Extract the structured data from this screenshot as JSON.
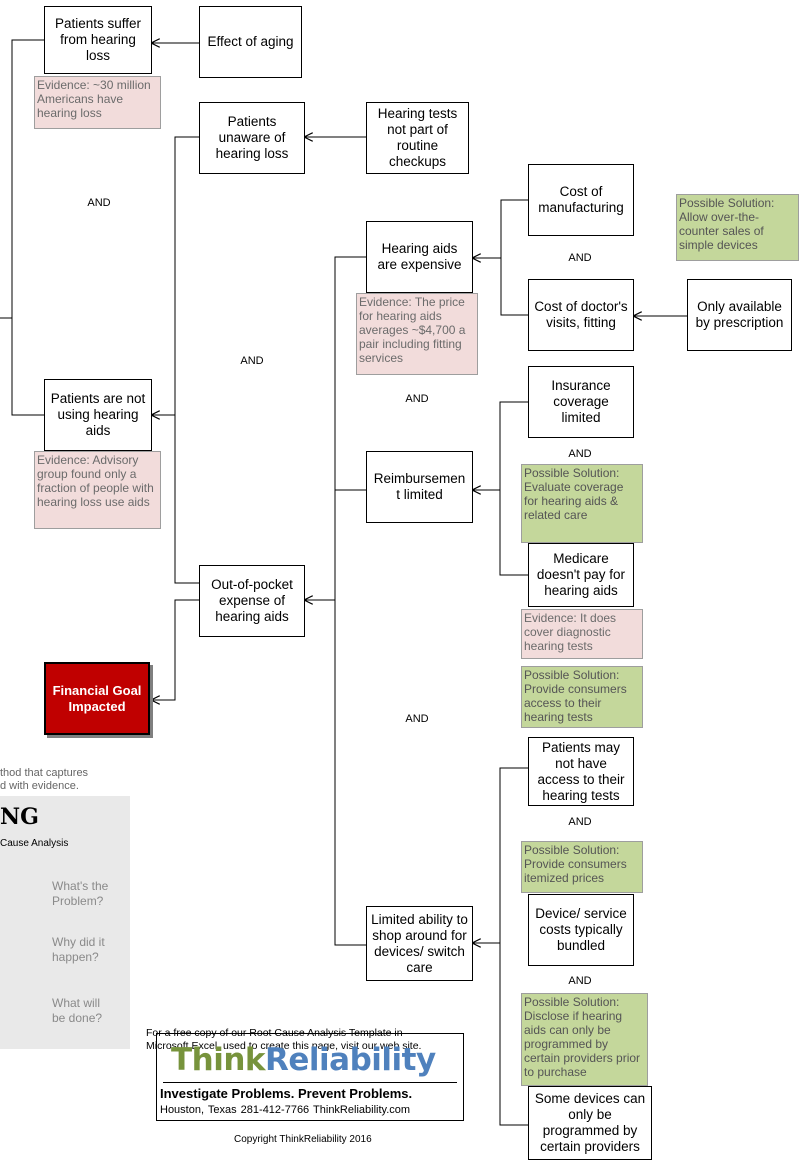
{
  "boxes": {
    "hearing_loss": "Patients suffer from hearing loss",
    "aging": "Effect of aging",
    "unaware": "Patients unaware of hearing loss",
    "tests_not_routine": "Hearing tests not part of routine checkups",
    "aids_expensive": "Hearing aids are expensive",
    "manufacturing": "Cost of manufacturing",
    "doctor_visits": "Cost of doctor's visits, fitting",
    "prescription": "Only available by prescription",
    "not_using": "Patients are not using hearing aids",
    "insurance": "Insurance coverage limited",
    "reimbursement": "Reimbursemen t limited",
    "medicare": "Medicare doesn't pay for hearing aids",
    "out_of_pocket": "Out-of-pocket expense of hearing aids",
    "no_access": "Patients may not have access to their hearing tests",
    "bundled": "Device/ service costs typically bundled",
    "limited_shopping": "Limited ability to shop around for devices/ switch care",
    "certain_providers": "Some devices can only be programmed by certain providers"
  },
  "goal": "Financial Goal Impacted",
  "evidence": {
    "million": "Evidence: ~30 million Americans have hearing loss",
    "price": "Evidence: The price for hearing aids averages ~$4,700 a pair including fitting services",
    "advisory": "Evidence: Advisory group found only a fraction of people with hearing loss use aids",
    "diagnostic": "Evidence: It does cover diagnostic hearing tests"
  },
  "solutions": {
    "otc": "Possible Solution: Allow over-the-counter sales of simple devices",
    "coverage": "Possible Solution: Evaluate coverage for hearing aids & related care",
    "access": "Possible Solution: Provide consumers access to their hearing tests",
    "itemized": "Possible Solution: Provide consumers itemized prices",
    "disclose": "Possible Solution: Disclose if hearing aids can only be programmed by certain providers prior to purchase"
  },
  "and_label": "AND",
  "side_panel": {
    "partial_line1": "thod that captures",
    "partial_line2": "d with evidence.",
    "brand_partial": "NG",
    "subtitle_partial": "Cause Analysis",
    "q1": "What's the Problem?",
    "q2": "Why did it happen?",
    "q3": "What will be done?"
  },
  "footer": {
    "promo_line1": "For a free copy of our Root Cause Analysis Template in",
    "promo_line2": "Microsoft Excel, used to create this page, visit our web site.",
    "logo_think": "Think",
    "logo_reliability": "Reliability",
    "tagline": "Investigate Problems. Prevent Problems.",
    "contact": "Houston, Texas     281-412-7766     ThinkReliability.com",
    "copyright": "Copyright ThinkReliability 2016"
  },
  "colors": {
    "evidence_bg": "#f2dcdb",
    "solution_bg": "#c4d79b",
    "goal_bg": "#c00000",
    "logo_think": "#77933c",
    "logo_reliability": "#4f81bd"
  }
}
